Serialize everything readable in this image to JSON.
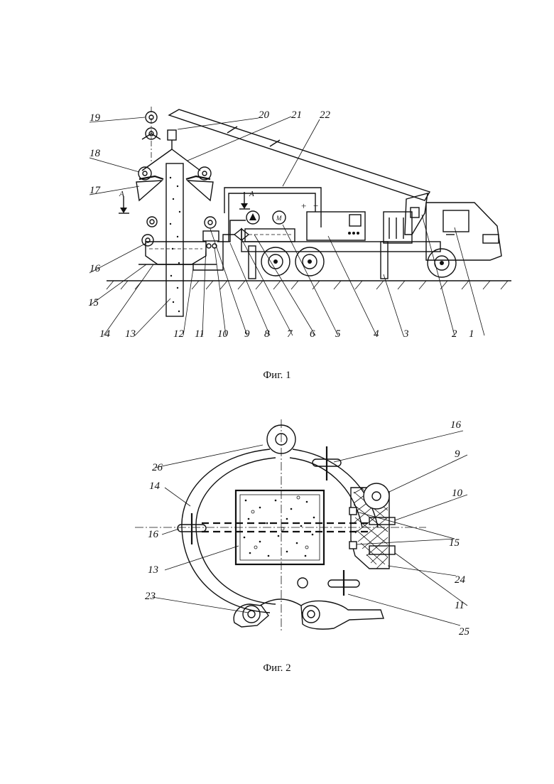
{
  "figure1": {
    "caption": "Фиг. 1",
    "section_marker": "А",
    "polarity": {
      "plus": "+",
      "minus": "−"
    },
    "motor_label": "М",
    "labels": [
      "1",
      "2",
      "3",
      "4",
      "5",
      "6",
      "7",
      "8",
      "9",
      "10",
      "11",
      "12",
      "13",
      "14",
      "15",
      "16",
      "17",
      "18",
      "19",
      "20",
      "21",
      "22"
    ]
  },
  "figure2": {
    "caption": "Фиг. 2",
    "labels": [
      "9",
      "10",
      "11",
      "13",
      "14",
      "15",
      "16",
      "16",
      "23",
      "24",
      "25",
      "26"
    ]
  }
}
